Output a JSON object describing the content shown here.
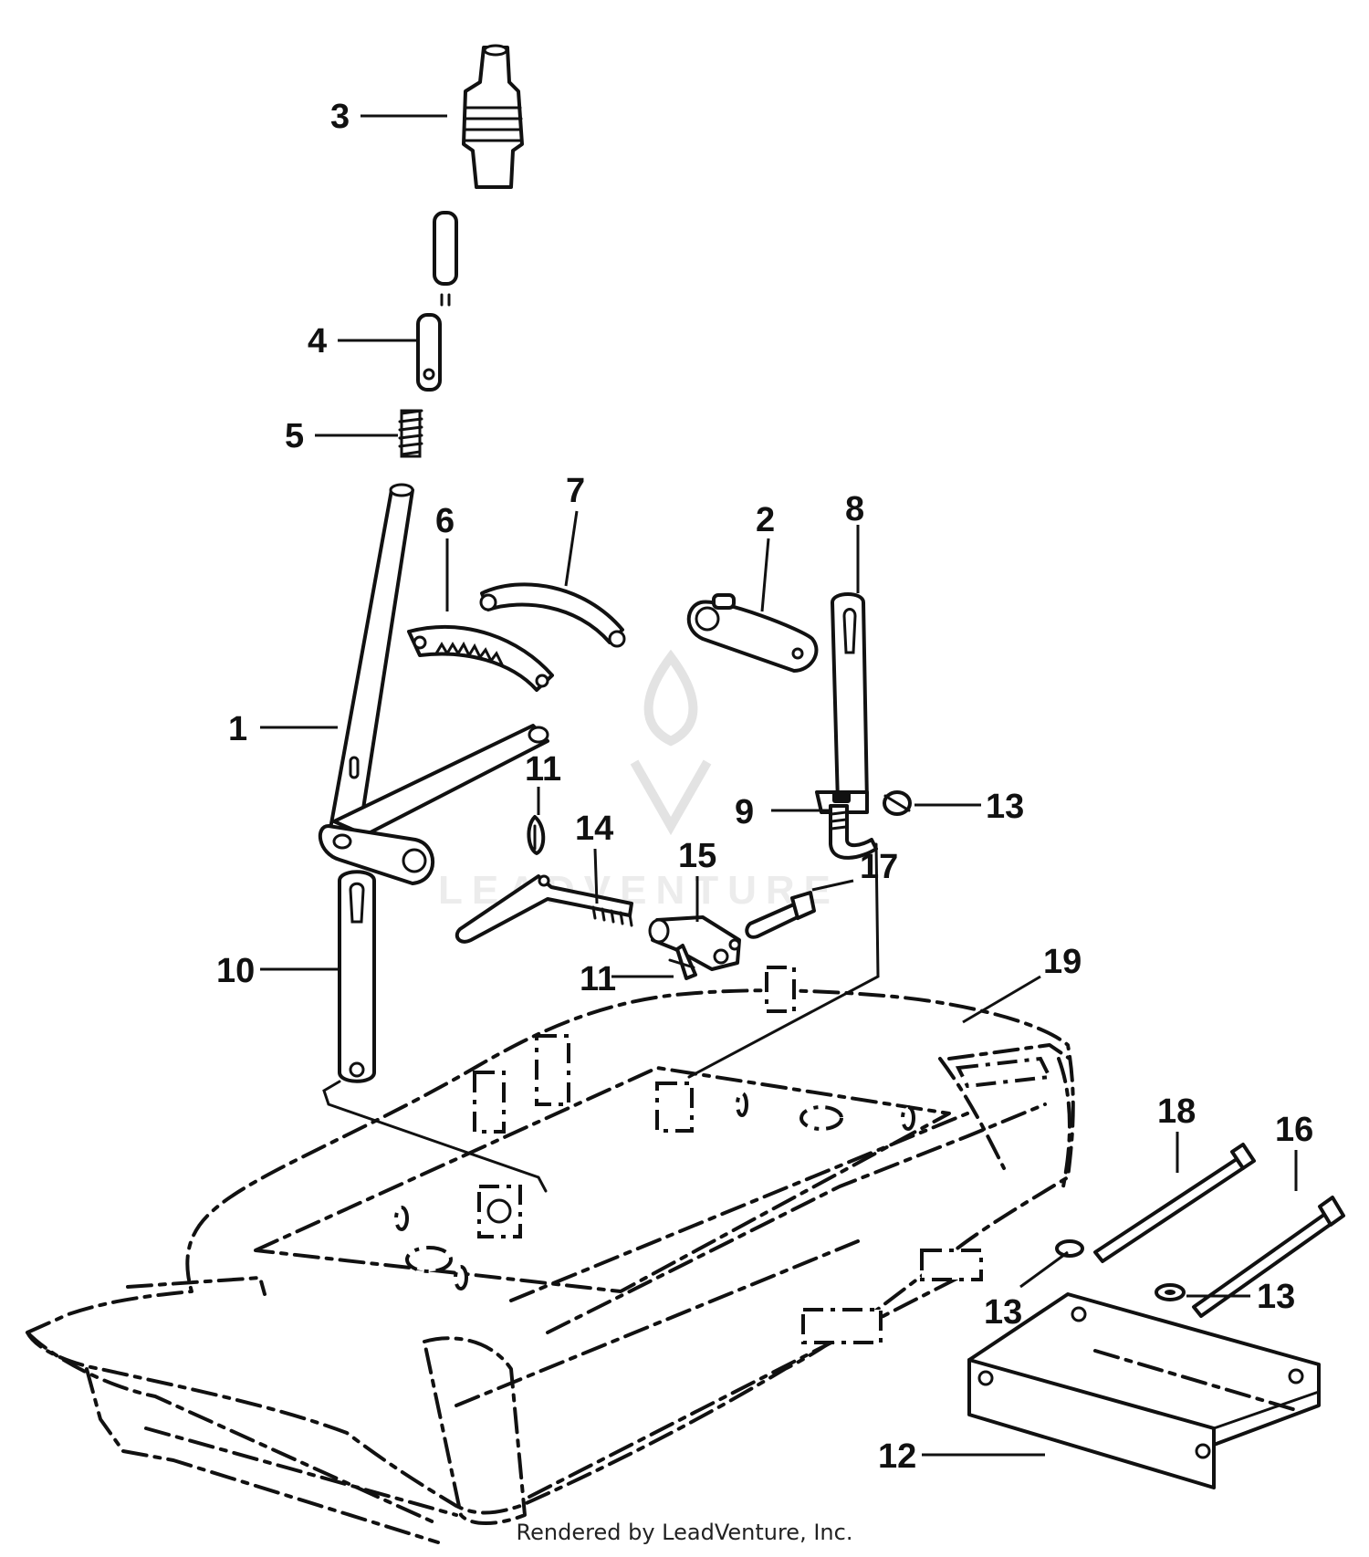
{
  "watermark": {
    "brand": "LEADVENTURE"
  },
  "footer": {
    "credit": "Rendered by LeadVenture, Inc."
  },
  "callouts": {
    "c1": "1",
    "c2": "2",
    "c3": "3",
    "c4": "4",
    "c5": "5",
    "c6": "6",
    "c7": "7",
    "c8": "8",
    "c9": "9",
    "c10": "10",
    "c11a": "11",
    "c11b": "11",
    "c12": "12",
    "c13a": "13",
    "c13b": "13",
    "c13c": "13",
    "c14": "14",
    "c15": "15",
    "c16": "16",
    "c17": "17",
    "c18": "18",
    "c19": "19"
  }
}
